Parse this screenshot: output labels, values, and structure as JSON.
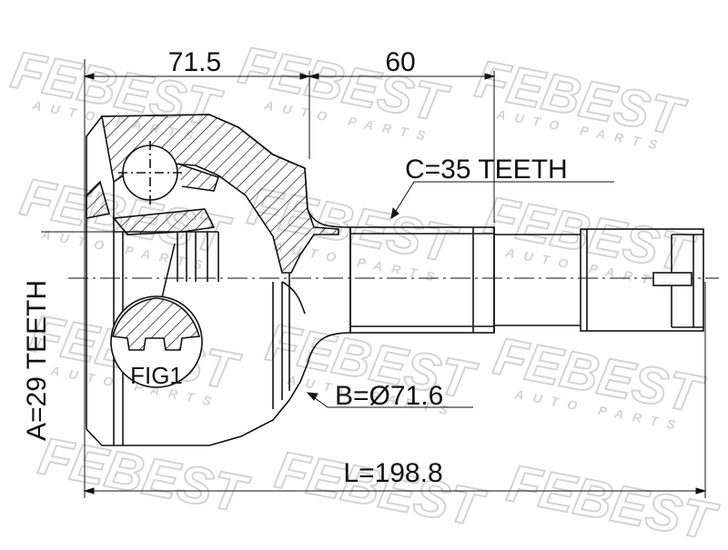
{
  "watermark": {
    "brand": "FEBEST",
    "tagline": "AUTO PARTS",
    "color": "#d9d9d9"
  },
  "dimensions": {
    "body_length": "71.5",
    "stub_length": "60",
    "total_length": "L=198.8"
  },
  "callouts": {
    "inner_teeth": "A=29 TEETH",
    "outer_teeth": "C=35 TEETH",
    "seal_diameter": "B=Ø71.6",
    "figure_label": "FIG1"
  },
  "colors": {
    "line": "#111111",
    "background": "#ffffff"
  }
}
